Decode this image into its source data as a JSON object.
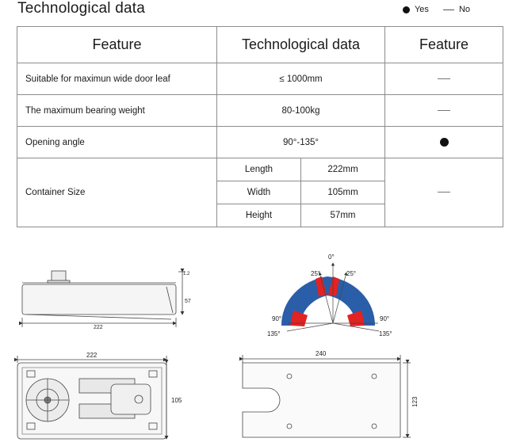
{
  "title": "Technological data",
  "legend": {
    "yes_label": "Yes",
    "no_label": "No"
  },
  "table": {
    "headers": [
      "Feature",
      "Technological data",
      "Feature"
    ],
    "rows": [
      {
        "feature": "Suitable  for maximun wide door leaf",
        "value": "≤ 1000mm",
        "mark": "no"
      },
      {
        "feature": "The maximum bearing weight",
        "value": "80-100kg",
        "mark": "no"
      },
      {
        "feature": "Opening angle",
        "value": "90°-135°",
        "mark": "yes"
      }
    ],
    "container": {
      "feature": "Container Size",
      "mark": "no",
      "dims": [
        {
          "name": "Length",
          "value": "222mm"
        },
        {
          "name": "Width",
          "value": "105mm"
        },
        {
          "name": "Height",
          "value": "57mm"
        }
      ]
    }
  },
  "drawings": {
    "side_view": {
      "length": "222",
      "height": "57",
      "top": "1.2"
    },
    "angle_diagram": {
      "zero": "0°",
      "left_25": "25°",
      "right_25": "25°",
      "left_90": "90°",
      "right_90": "90°",
      "left_135": "135°",
      "right_135": "135°"
    },
    "top_view": {
      "length": "222",
      "width": "105"
    },
    "cover_plate": {
      "length": "240",
      "width": "123"
    }
  }
}
